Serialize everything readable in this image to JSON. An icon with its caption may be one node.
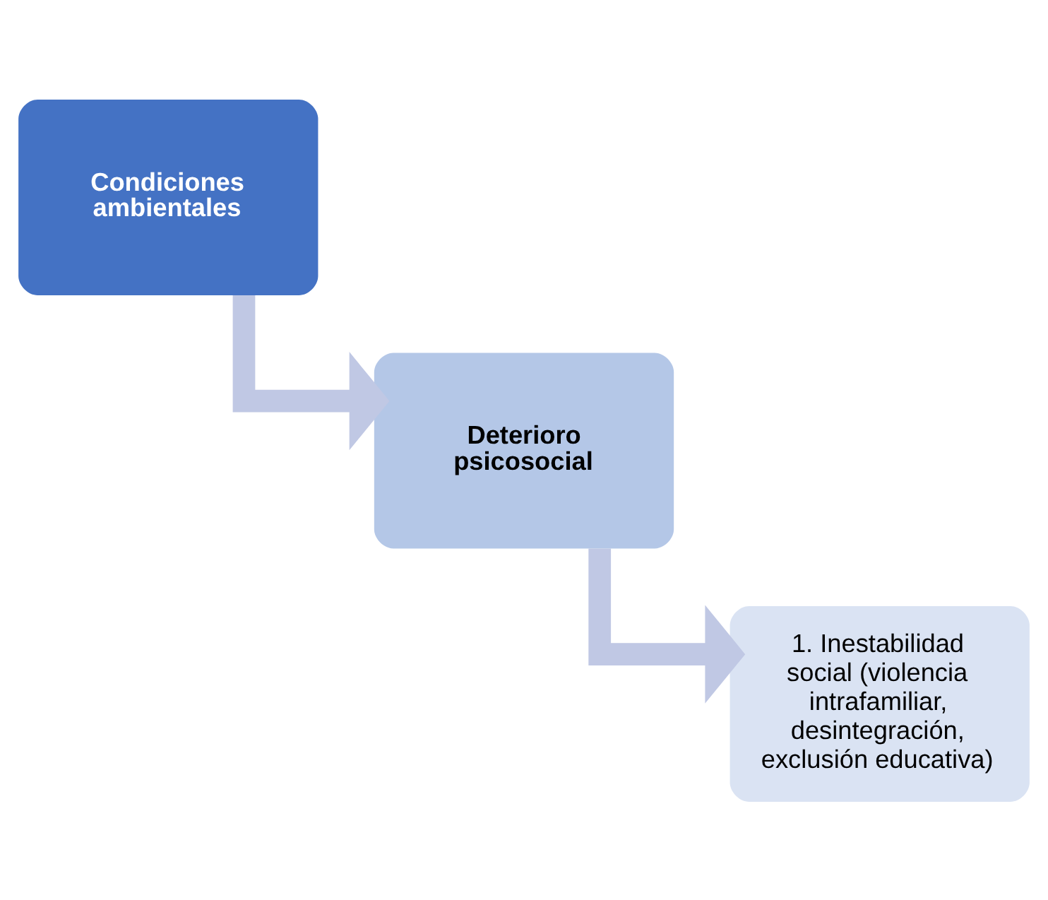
{
  "diagram": {
    "nodes": [
      {
        "text": [
          "Condiciones ambientales"
        ]
      },
      {
        "text": [
          "Deterioro psicosocial"
        ]
      },
      {
        "text": [
          "1. Inestabilidad social (violencia intrafamiliar, desintegración, exclusión educativa)"
        ]
      }
    ],
    "edges": [
      {
        "from": 0,
        "to": 1,
        "arrow": "to"
      },
      {
        "from": 1,
        "to": 2,
        "arrow": "to"
      }
    ]
  }
}
